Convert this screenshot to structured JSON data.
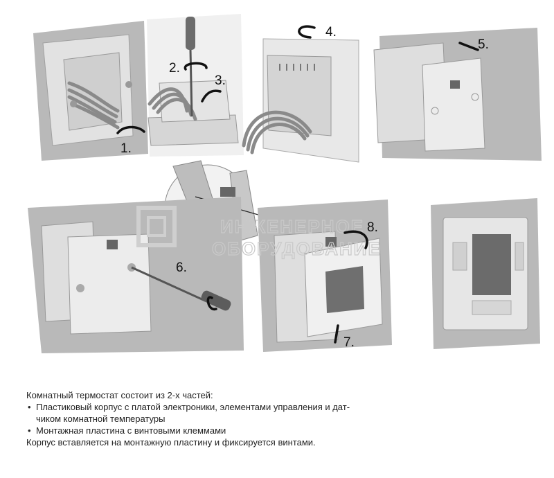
{
  "steps": [
    "1.",
    "2.",
    "3.",
    "4.",
    "5.",
    "6.",
    "7.",
    "8."
  ],
  "watermark": {
    "line1": "ИНЖЕНЕРНОЕ",
    "line2": "ОБОРУДОВАНИЕ"
  },
  "caption": {
    "intro": "Комнатный термостат состоит из 2-х частей:",
    "bullet1_line1": "Пластиковый корпус с платой электроники, элементами управления и дат-",
    "bullet1_line2": "чиком комнатной температуры",
    "bullet2": "Монтажная пластина с винтовыми клеммами",
    "outro": "Корпус вставляется на монтажную пластину и фиксируется винтами."
  },
  "colors": {
    "wall": "#b8b8b8",
    "box": "#dcdcdc",
    "plate": "#ededed",
    "wire": "#8a8a8a"
  }
}
